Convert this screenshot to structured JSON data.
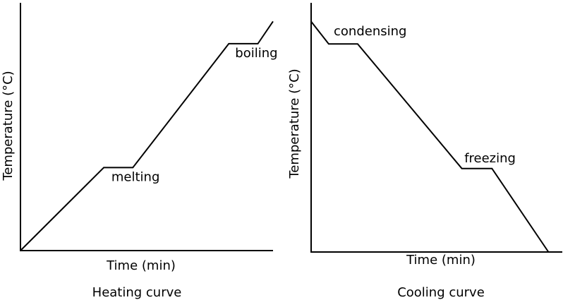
{
  "chart_data": [
    {
      "type": "line",
      "title": "Heating curve",
      "xlabel": "Time (min)",
      "ylabel": "Temperature (°C)",
      "grid": false,
      "xlim": [
        0,
        100
      ],
      "ylim": [
        0,
        100
      ],
      "series": [
        {
          "x": [
            0,
            33,
            44.5,
            82.5,
            94,
            100
          ],
          "y": [
            0,
            33.5,
            33.5,
            83.5,
            83.5,
            92.5
          ]
        }
      ],
      "annotations": [
        {
          "text": "melting",
          "x": 36,
          "y": 28
        },
        {
          "text": "boiling",
          "x": 85,
          "y": 78
        }
      ]
    },
    {
      "type": "line",
      "title": "Cooling curve",
      "xlabel": "Time (min)",
      "ylabel": "Temperature (°C)",
      "grid": false,
      "xlim": [
        0,
        100
      ],
      "ylim": [
        0,
        100
      ],
      "series": [
        {
          "x": [
            0,
            7,
            18.5,
            60,
            72,
            94.5
          ],
          "y": [
            92.5,
            83.5,
            83.5,
            33.5,
            33.5,
            0
          ]
        }
      ],
      "annotations": [
        {
          "text": "condensing",
          "x": 9,
          "y": 87
        },
        {
          "text": "freezing",
          "x": 61,
          "y": 36
        }
      ]
    }
  ]
}
